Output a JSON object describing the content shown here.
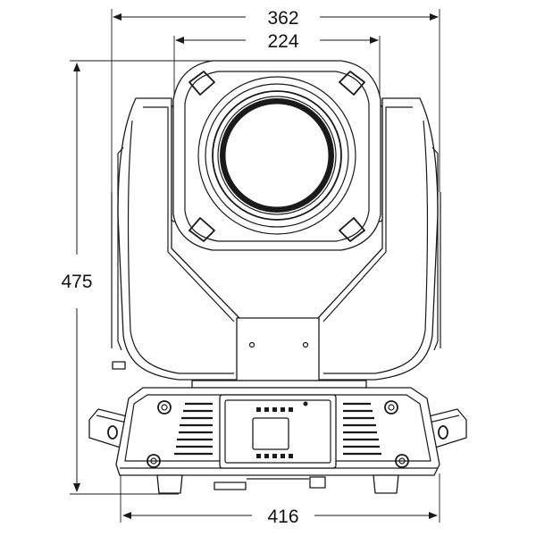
{
  "drawing": {
    "colors": {
      "line": "#1a1a1a",
      "background": "#ffffff"
    },
    "dimensions": {
      "overall_width": "362",
      "head_width": "224",
      "height": "475",
      "base_width": "416"
    }
  }
}
